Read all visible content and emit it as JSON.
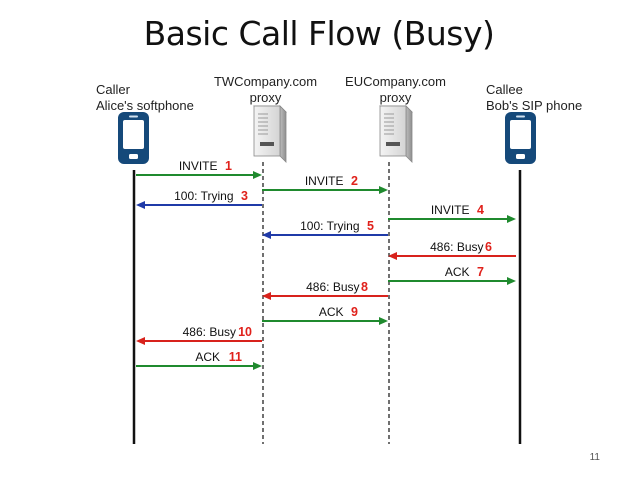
{
  "title": "Basic Call Flow (Busy)",
  "page_number": "11",
  "colors": {
    "invite": "#1f8a2e",
    "trying": "#1f3aa8",
    "busy": "#d8221c",
    "ack": "#1f8a2e",
    "number": "#e0211b"
  },
  "participants": [
    {
      "id": "caller",
      "line1": "Caller",
      "line2": "Alice's softphone",
      "icon": "phone-icon"
    },
    {
      "id": "tw",
      "line1": "TWCompany.com",
      "line2": "proxy",
      "icon": "server-icon"
    },
    {
      "id": "eu",
      "line1": "EUCompany.com",
      "line2": "proxy",
      "icon": "server-icon"
    },
    {
      "id": "callee",
      "line1": "Callee",
      "line2": "Bob's SIP phone",
      "icon": "phone-icon"
    }
  ],
  "messages": [
    {
      "label": "INVITE",
      "num": "1",
      "from": "caller",
      "to": "tw",
      "type": "invite"
    },
    {
      "label": "INVITE",
      "num": "2",
      "from": "tw",
      "to": "eu",
      "type": "invite"
    },
    {
      "label": "100: Trying",
      "num": "3",
      "from": "tw",
      "to": "caller",
      "type": "trying"
    },
    {
      "label": "INVITE",
      "num": "4",
      "from": "eu",
      "to": "callee",
      "type": "invite"
    },
    {
      "label": "100: Trying",
      "num": "5",
      "from": "eu",
      "to": "tw",
      "type": "trying"
    },
    {
      "label": "486: Busy",
      "num": "6",
      "from": "callee",
      "to": "eu",
      "type": "busy"
    },
    {
      "label": "ACK",
      "num": "7",
      "from": "eu",
      "to": "callee",
      "type": "ack"
    },
    {
      "label": "486: Busy",
      "num": "8",
      "from": "eu",
      "to": "tw",
      "type": "busy"
    },
    {
      "label": "ACK",
      "num": "9",
      "from": "tw",
      "to": "eu",
      "type": "ack"
    },
    {
      "label": "486: Busy",
      "num": "10",
      "from": "tw",
      "to": "caller",
      "type": "busy"
    },
    {
      "label": "ACK",
      "num": "11",
      "from": "caller",
      "to": "tw",
      "type": "ack"
    }
  ]
}
